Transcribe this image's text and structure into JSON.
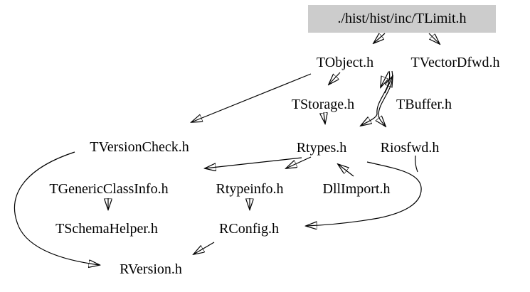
{
  "graph": {
    "type": "include-dependency-graph",
    "root": {
      "label": "./hist/hist/inc/TLimit.h",
      "fill": "#cccccc"
    },
    "nodes": [
      {
        "id": "TObject.h",
        "label": "TObject.h"
      },
      {
        "id": "TVectorDfwd.h",
        "label": "TVectorDfwd.h"
      },
      {
        "id": "TStorage.h",
        "label": "TStorage.h"
      },
      {
        "id": "TBuffer.h",
        "label": "TBuffer.h"
      },
      {
        "id": "Rtypes.h",
        "label": "Rtypes.h"
      },
      {
        "id": "Riosfwd.h",
        "label": "Riosfwd.h"
      },
      {
        "id": "TVersionCheck.h",
        "label": "TVersionCheck.h"
      },
      {
        "id": "TGenericClassInfo.h",
        "label": "TGenericClassInfo.h"
      },
      {
        "id": "Rtypeinfo.h",
        "label": "Rtypeinfo.h"
      },
      {
        "id": "DllImport.h",
        "label": "DllImport.h"
      },
      {
        "id": "TSchemaHelper.h",
        "label": "TSchemaHelper.h"
      },
      {
        "id": "RConfig.h",
        "label": "RConfig.h"
      },
      {
        "id": "RVersion.h",
        "label": "RVersion.h"
      }
    ],
    "edges": [
      {
        "from": "./hist/hist/inc/TLimit.h",
        "to": "TObject.h"
      },
      {
        "from": "./hist/hist/inc/TLimit.h",
        "to": "TVectorDfwd.h"
      },
      {
        "from": "TObject.h",
        "to": "TStorage.h"
      },
      {
        "from": "TObject.h",
        "to": "TBuffer.h"
      },
      {
        "from": "TBuffer.h",
        "to": "TObject.h"
      },
      {
        "from": "TObject.h",
        "to": "Rtypes.h"
      },
      {
        "from": "TObject.h",
        "to": "Riosfwd.h"
      },
      {
        "from": "TStorage.h",
        "to": "Rtypes.h"
      },
      {
        "from": "TObject.h",
        "to": "TVersionCheck.h"
      },
      {
        "from": "TVersionCheck.h",
        "to": "RVersion.h"
      },
      {
        "from": "Rtypes.h",
        "to": "TGenericClassInfo.h"
      },
      {
        "from": "Rtypes.h",
        "to": "Rtypeinfo.h"
      },
      {
        "from": "DllImport.h",
        "to": "Rtypes.h"
      },
      {
        "from": "Riosfwd.h",
        "to": "RConfig.h"
      },
      {
        "from": "TGenericClassInfo.h",
        "to": "TSchemaHelper.h"
      },
      {
        "from": "Rtypeinfo.h",
        "to": "RConfig.h"
      },
      {
        "from": "RConfig.h",
        "to": "RVersion.h"
      }
    ],
    "colors": {
      "background": "#ffffff",
      "text": "#000000",
      "edge": "#000000",
      "root_fill": "#cccccc"
    }
  }
}
